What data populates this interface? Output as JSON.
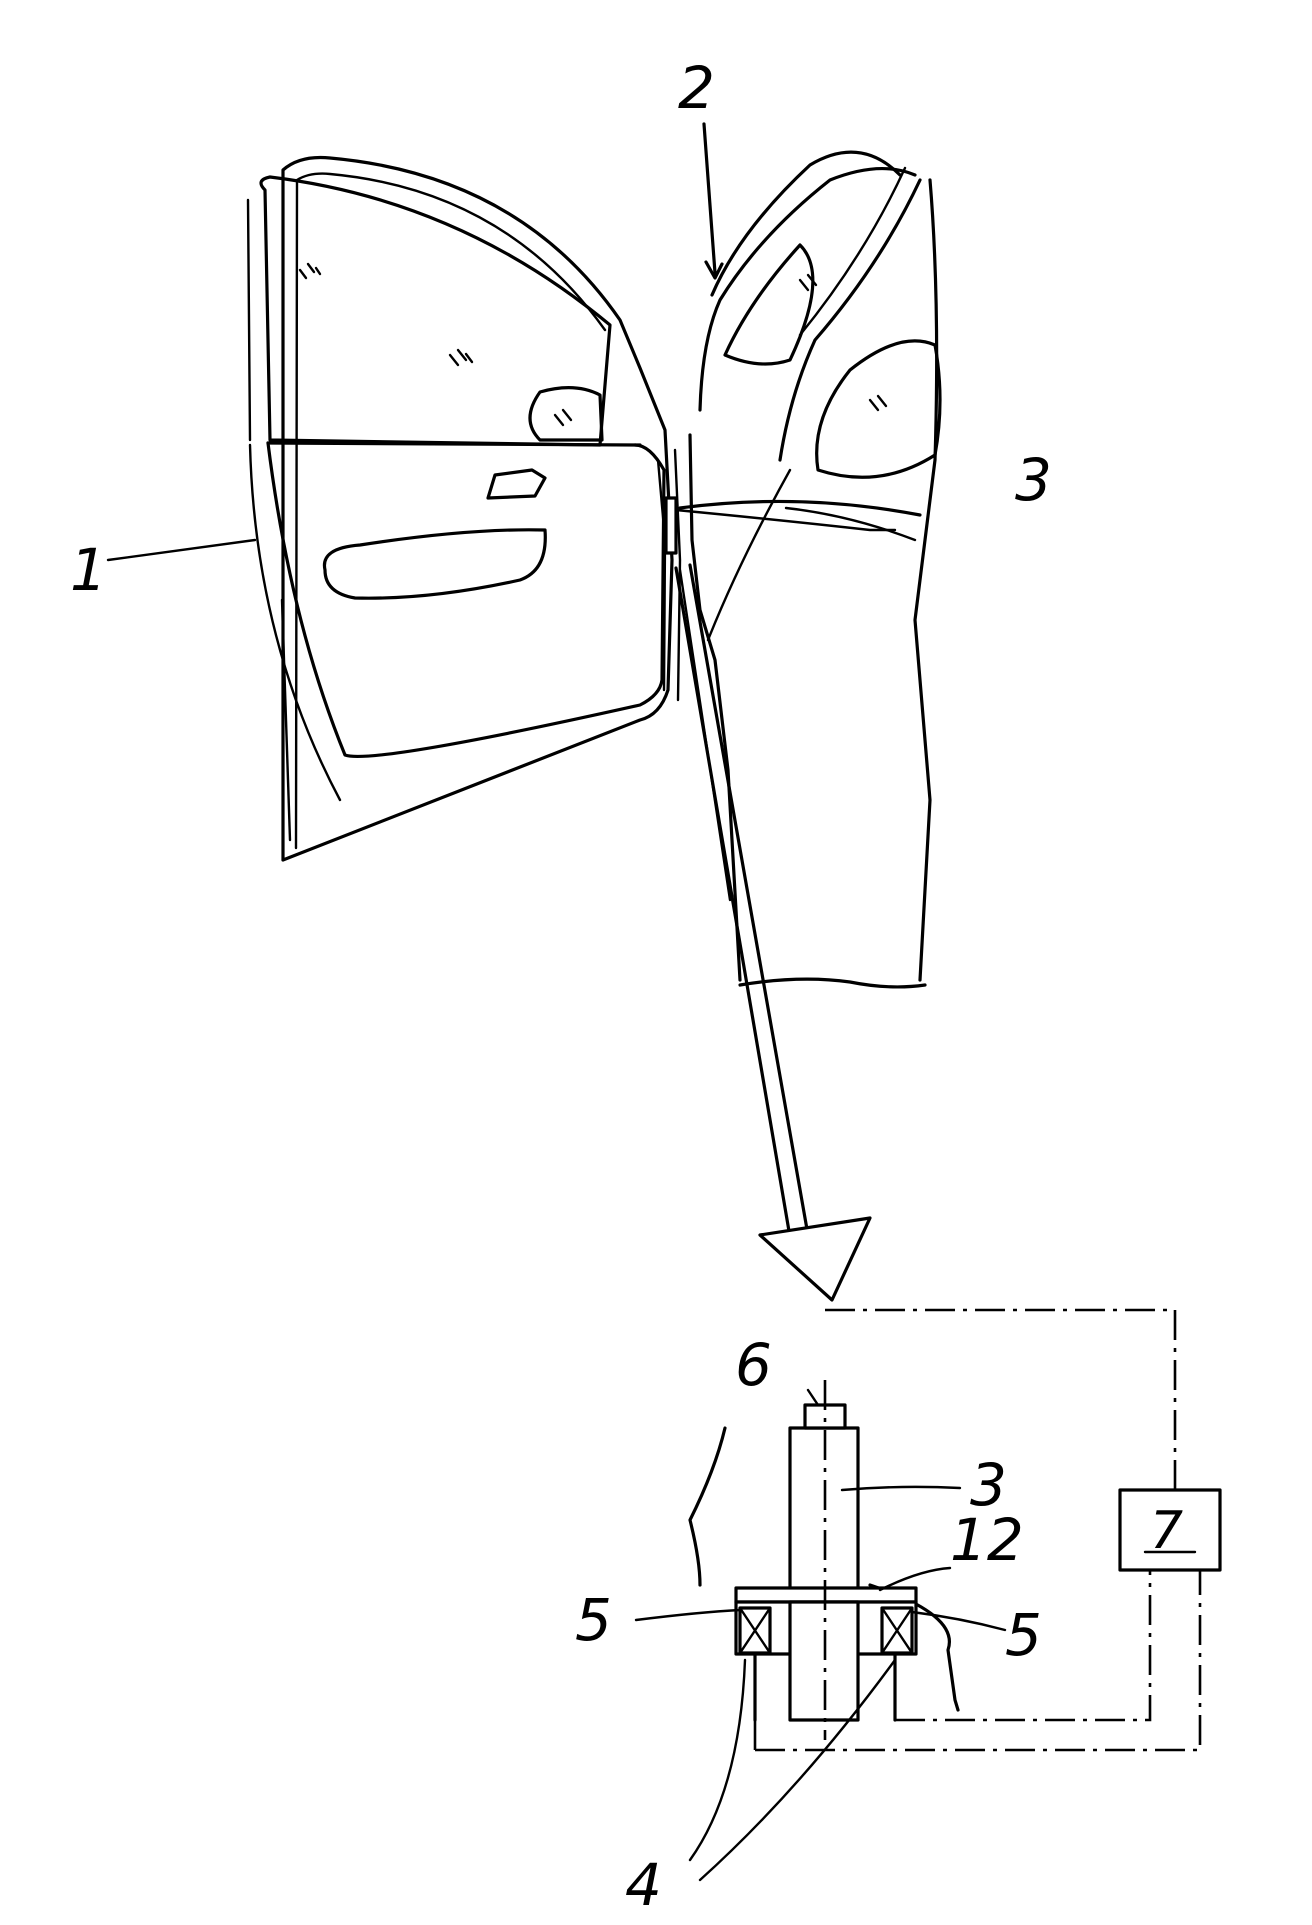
{
  "labels": {
    "door": "1",
    "vehicle": "2",
    "sensor_top": "3",
    "sensor_detail": "3",
    "bearing": "4",
    "seal_left": "5",
    "seal_right": "5",
    "magnet": "6",
    "control_unit": "7",
    "disc": "12"
  }
}
